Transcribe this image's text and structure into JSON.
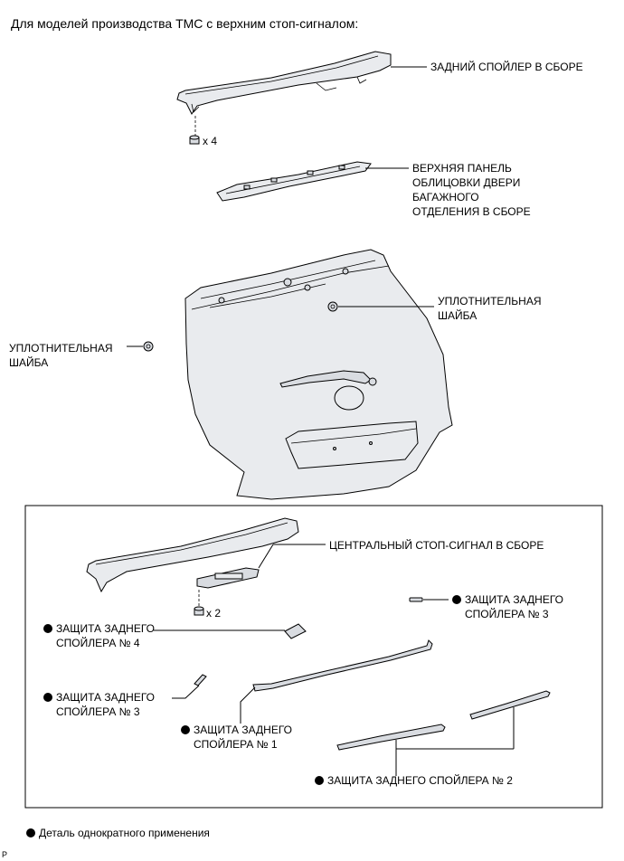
{
  "header": "Для моделей производства TMC с верхним стоп-сигналом:",
  "labels": {
    "rear_spoiler": "ЗАДНИЙ СПОЙЛЕР В СБОРЕ",
    "qty4": "x 4",
    "upper_panel_1": "ВЕРХНЯЯ ПАНЕЛЬ",
    "upper_panel_2": "ОБЛИЦОВКИ ДВЕРИ",
    "upper_panel_3": "БАГАЖНОГО",
    "upper_panel_4": "ОТДЕЛЕНИЯ В СБОРЕ",
    "washer_right_1": "УПЛОТНИТЕЛЬНАЯ",
    "washer_right_2": "ШАЙБА",
    "washer_left_1": "УПЛОТНИТЕЛЬНАЯ",
    "washer_left_2": "ШАЙБА",
    "center_stop_lamp": "ЦЕНТРАЛЬНЫЙ СТОП-СИГНАЛ В СБОРЕ",
    "qty2": "x 2",
    "protector3_right_1": "ЗАЩИТА ЗАДНЕГО",
    "protector3_right_2": "СПОЙЛЕРА № 3",
    "protector4_1": "ЗАЩИТА ЗАДНЕГО",
    "protector4_2": "СПОЙЛЕРА № 4",
    "protector3_left_1": "ЗАЩИТА ЗАДНЕГО",
    "protector3_left_2": "СПОЙЛЕРА № 3",
    "protector1_1": "ЗАЩИТА ЗАДНЕГО",
    "protector1_2": "СПОЙЛЕРА № 1",
    "protector2": "ЗАЩИТА ЗАДНЕГО СПОЙЛЕРА № 2"
  },
  "legend": "Деталь однократного применения",
  "corner_mark": "P"
}
